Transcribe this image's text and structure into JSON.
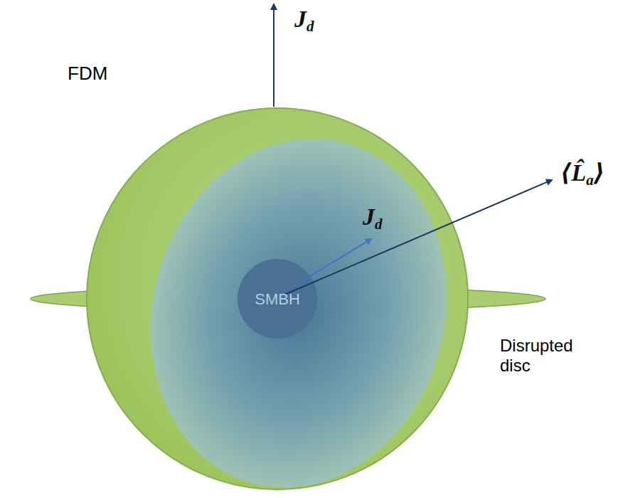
{
  "diagram": {
    "nodes": [
      {
        "text": [
          "FDM"
        ]
      },
      {
        "text": [
          "SMBH"
        ],
        "in": 0
      }
    ],
    "labels": [
      "Jd",
      "Jd",
      "⟨L̂a⟩",
      "Disrupted disc"
    ]
  }
}
